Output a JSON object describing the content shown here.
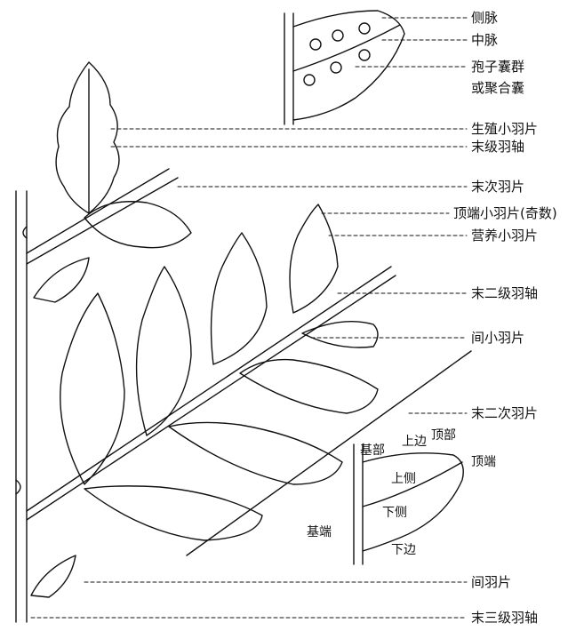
{
  "labels": {
    "lateral_vein": "侧脉",
    "midvein": "中脉",
    "sori_line1": "孢子囊群",
    "sori_line2": "或聚合囊",
    "fertile_pinnule": "生殖小羽片",
    "ultimate_rachis": "末级羽轴",
    "ultimate_pinna": "末次羽片",
    "terminal_pinnule": "顶端小羽片(奇数)",
    "sterile_pinnule": "营养小羽片",
    "penultimate_rachis": "末二级羽轴",
    "intercalary_pinnule": "间小羽片",
    "penultimate_pinna": "末二次羽片",
    "intercalary_pinna": "间羽片",
    "third_order_rachis": "末三级羽轴"
  },
  "inset_labels": {
    "base": "基部",
    "upper_edge": "上边",
    "apex_region": "顶部",
    "apex": "顶端",
    "upper_side": "上侧",
    "lower_side": "下侧",
    "basal_end": "基端",
    "lower_edge": "下边"
  }
}
